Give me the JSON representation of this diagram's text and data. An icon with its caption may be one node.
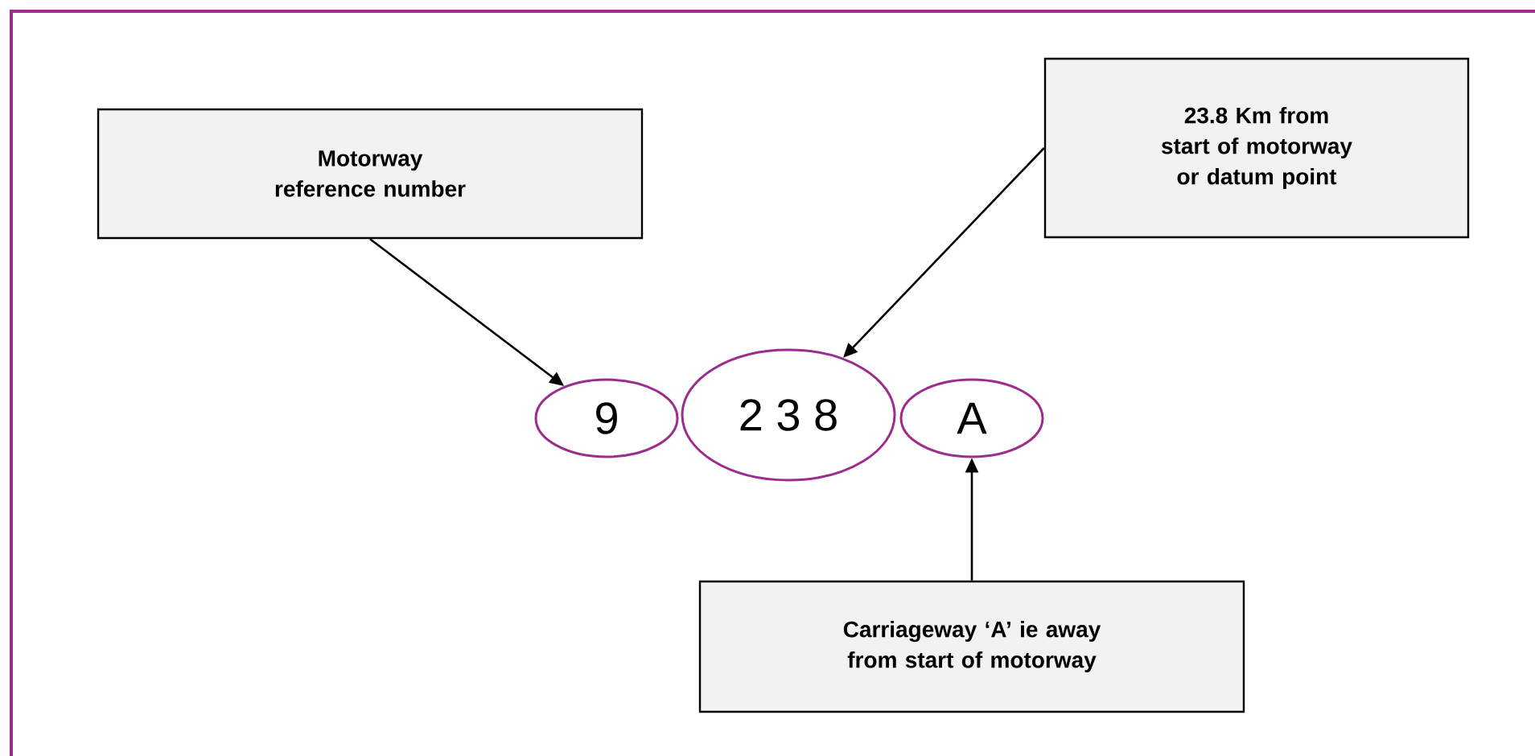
{
  "diagram": {
    "nodes": [
      {
        "text": [
          "Motorway reference number"
        ]
      },
      {
        "text": [
          "23.8 Km from start of motorway or datum point"
        ]
      },
      {
        "text": [
          "9"
        ]
      },
      {
        "text": [
          "2 3 8"
        ]
      },
      {
        "text": [
          "A"
        ]
      },
      {
        "text": [
          "Carriageway ‘A’ ie away from start of motorway"
        ]
      }
    ],
    "edges": [
      {
        "from": 0,
        "to": 2,
        "arrow": "to"
      },
      {
        "from": 1,
        "to": 3,
        "arrow": "to"
      },
      {
        "from": 5,
        "to": 4,
        "arrow": "to"
      }
    ]
  }
}
